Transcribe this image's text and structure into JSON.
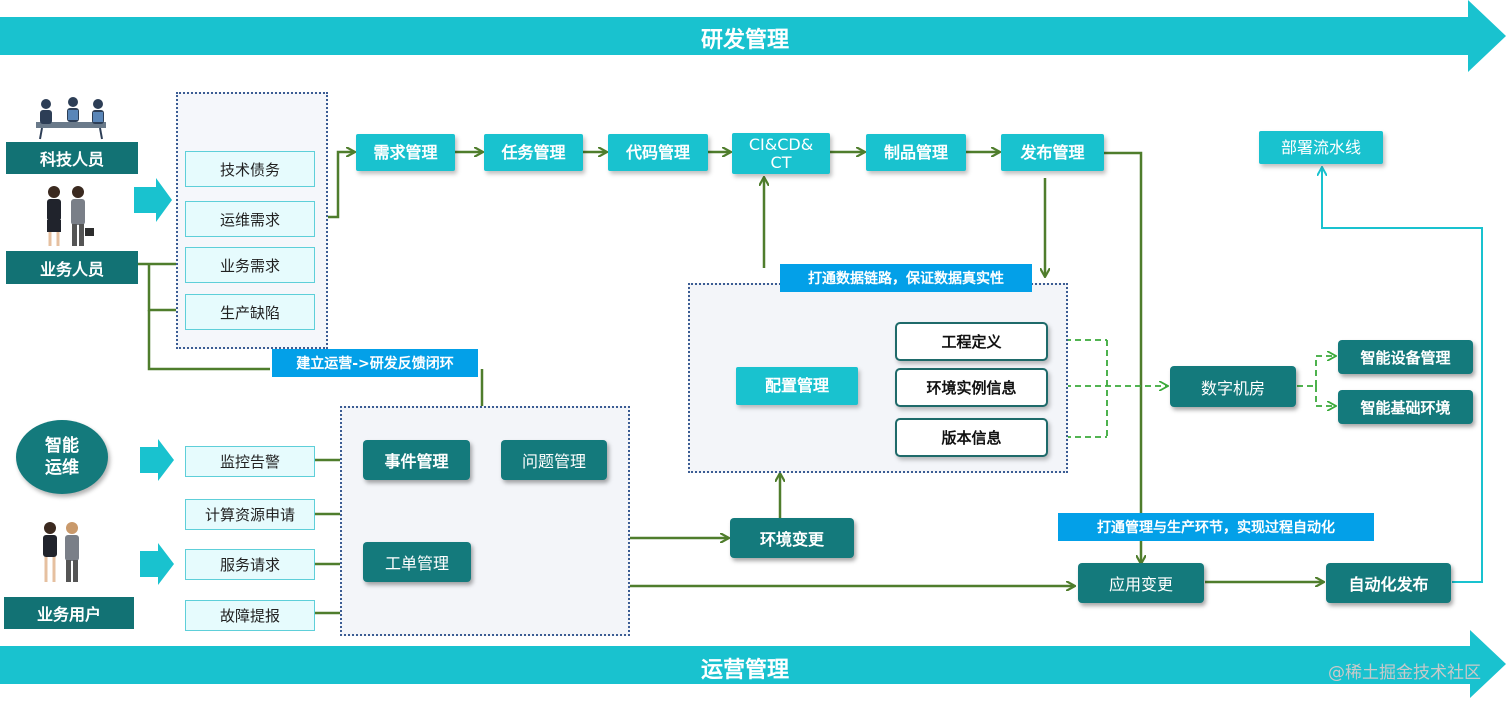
{
  "banners": {
    "top": "研发管理",
    "bottom": "运营管理"
  },
  "roles": {
    "tech_staff": "科技人员",
    "biz_staff": "业务人员",
    "biz_users": "业务用户",
    "aiops_line1": "智能",
    "aiops_line2": "运维"
  },
  "demand_inputs": [
    "技术债务",
    "运维需求",
    "业务需求",
    "生产缺陷"
  ],
  "ops_inputs": [
    "监控告警",
    "计算资源申请",
    "服务请求",
    "故障提报"
  ],
  "pipeline": {
    "req": "需求管理",
    "task": "任务管理",
    "code": "代码管理",
    "ci_line1": "CI&CD&",
    "ci_line2": "CT",
    "artifact": "制品管理",
    "release": "发布管理"
  },
  "deploy_pipeline": "部署流水线",
  "labels": {
    "feedback": "建立运营->研发反馈闭环",
    "data_link": "打通数据链路，保证数据真实性",
    "prod_link": "打通管理与生产环节，实现过程自动化"
  },
  "config": {
    "title": "配置管理",
    "items": [
      "工程定义",
      "环境实例信息",
      "版本信息"
    ]
  },
  "ops_mgmt": {
    "event": "事件管理",
    "problem": "问题管理",
    "ticket": "工单管理"
  },
  "env_change": "环境变更",
  "digital_room": "数字机房",
  "smart": [
    "智能设备管理",
    "智能基础环境"
  ],
  "app_change": "应用变更",
  "auto_release": "自动化发布",
  "watermark": "@稀土掘金技术社区",
  "colors": {
    "banner": "#19c2cf",
    "teal": "#147a7c",
    "arrow_green": "#4f7d2c",
    "label_blue": "#03a0e8"
  }
}
